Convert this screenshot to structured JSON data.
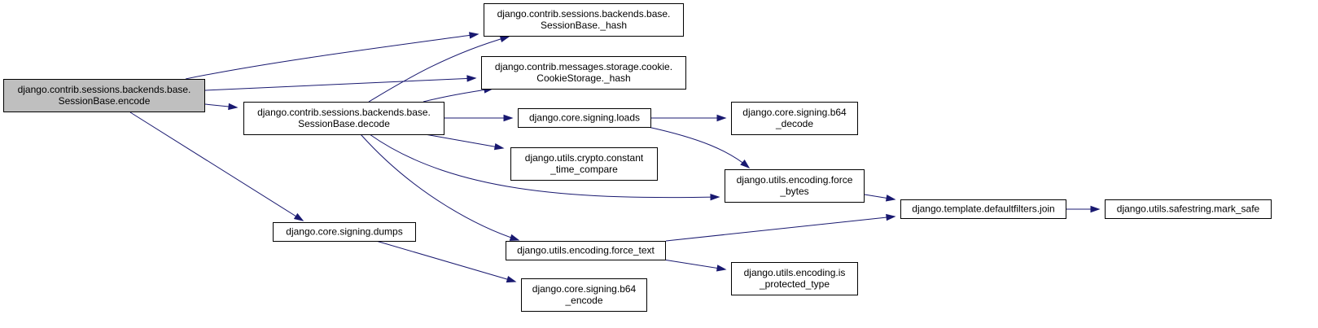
{
  "colors": {
    "node_fill": "#ffffff",
    "focus_fill": "#bfbfbf",
    "node_border": "#000000",
    "edge": "#191970"
  },
  "nodes": [
    {
      "id": "encode",
      "lines": [
        "django.contrib.sessions.backends.base.",
        "SessionBase.encode"
      ],
      "focus": true
    },
    {
      "id": "hash_session",
      "lines": [
        "django.contrib.sessions.backends.base.",
        "SessionBase._hash"
      ]
    },
    {
      "id": "hash_cookie",
      "lines": [
        "django.contrib.messages.storage.cookie.",
        "CookieStorage._hash"
      ]
    },
    {
      "id": "decode",
      "lines": [
        "django.contrib.sessions.backends.base.",
        "SessionBase.decode"
      ]
    },
    {
      "id": "loads",
      "lines": [
        "django.core.signing.loads"
      ]
    },
    {
      "id": "b64_decode",
      "lines": [
        "django.core.signing.b64",
        "_decode"
      ]
    },
    {
      "id": "constant_time_compare",
      "lines": [
        "django.utils.crypto.constant",
        "_time_compare"
      ]
    },
    {
      "id": "force_bytes",
      "lines": [
        "django.utils.encoding.force",
        "_bytes"
      ]
    },
    {
      "id": "join",
      "lines": [
        "django.template.defaultfilters.join"
      ]
    },
    {
      "id": "mark_safe",
      "lines": [
        "django.utils.safestring.mark_safe"
      ]
    },
    {
      "id": "dumps",
      "lines": [
        "django.core.signing.dumps"
      ]
    },
    {
      "id": "force_text",
      "lines": [
        "django.utils.encoding.force_text"
      ]
    },
    {
      "id": "is_protected_type",
      "lines": [
        "django.utils.encoding.is",
        "_protected_type"
      ]
    },
    {
      "id": "b64_encode",
      "lines": [
        "django.core.signing.b64",
        "_encode"
      ]
    }
  ],
  "edges": [
    {
      "from": "encode",
      "to": "hash_session"
    },
    {
      "from": "encode",
      "to": "hash_cookie"
    },
    {
      "from": "encode",
      "to": "decode"
    },
    {
      "from": "encode",
      "to": "dumps"
    },
    {
      "from": "decode",
      "to": "hash_session"
    },
    {
      "from": "decode",
      "to": "hash_cookie"
    },
    {
      "from": "decode",
      "to": "loads"
    },
    {
      "from": "decode",
      "to": "constant_time_compare"
    },
    {
      "from": "decode",
      "to": "force_bytes"
    },
    {
      "from": "decode",
      "to": "force_text"
    },
    {
      "from": "loads",
      "to": "b64_decode"
    },
    {
      "from": "loads",
      "to": "force_bytes"
    },
    {
      "from": "force_bytes",
      "to": "join"
    },
    {
      "from": "force_text",
      "to": "join"
    },
    {
      "from": "force_text",
      "to": "is_protected_type"
    },
    {
      "from": "join",
      "to": "mark_safe"
    },
    {
      "from": "dumps",
      "to": "b64_encode"
    }
  ]
}
